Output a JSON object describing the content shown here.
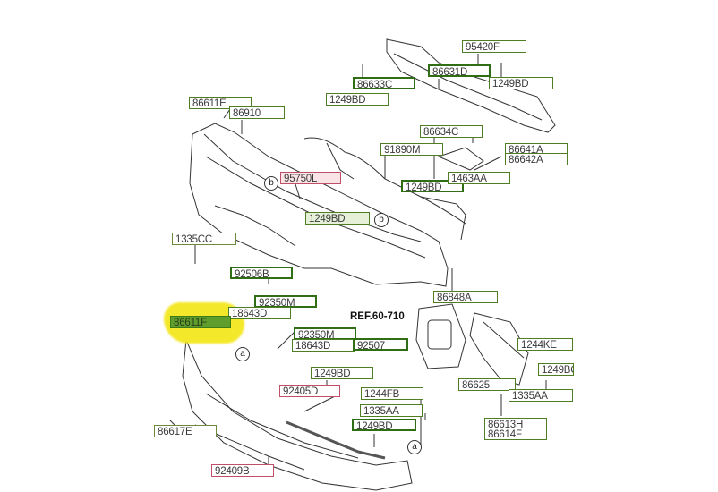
{
  "diagram": {
    "reference": "REF.60-710",
    "callouts": [
      {
        "id": "95420F",
        "text": "95420F",
        "style": "green"
      },
      {
        "id": "86631D",
        "text": "86631D",
        "style": "green-bold"
      },
      {
        "id": "86633C",
        "text": "86633C",
        "style": "green-bold"
      },
      {
        "id": "1249BD_top_left",
        "text": "1249BD",
        "style": "green"
      },
      {
        "id": "1249BD_top_right",
        "text": "1249BD",
        "style": "green"
      },
      {
        "id": "86611E",
        "text": "86611E",
        "style": "green"
      },
      {
        "id": "86910",
        "text": "86910",
        "style": "green"
      },
      {
        "id": "86634C",
        "text": "86634C",
        "style": "green"
      },
      {
        "id": "91890M",
        "text": "91890M",
        "style": "green"
      },
      {
        "id": "86641A",
        "text": "86641A",
        "style": "green"
      },
      {
        "id": "86642A",
        "text": "86642A",
        "style": "green"
      },
      {
        "id": "95750L",
        "text": "95750L",
        "style": "red-pale"
      },
      {
        "id": "1249BD_mid",
        "text": "1249BD",
        "style": "green-bold"
      },
      {
        "id": "1463AA",
        "text": "1463AA",
        "style": "green"
      },
      {
        "id": "1249BD_center",
        "text": "1249BD",
        "style": "green-pale"
      },
      {
        "id": "1335CC",
        "text": "1335CC",
        "style": "olive"
      },
      {
        "id": "92506B",
        "text": "92506B",
        "style": "green-bold"
      },
      {
        "id": "86848A",
        "text": "86848A",
        "style": "green"
      },
      {
        "id": "92350M_a",
        "text": "92350M",
        "style": "green-bold"
      },
      {
        "id": "18643D_a",
        "text": "18643D",
        "style": "green"
      },
      {
        "id": "86611F",
        "text": "86611F",
        "style": "highlight"
      },
      {
        "id": "92350M_b",
        "text": "92350M",
        "style": "green-bold"
      },
      {
        "id": "18643D_b",
        "text": "18643D",
        "style": "green"
      },
      {
        "id": "92507",
        "text": "92507",
        "style": "green-bold"
      },
      {
        "id": "1244KE",
        "text": "1244KE",
        "style": "green"
      },
      {
        "id": "1249BC",
        "text": "1249BC",
        "style": "green"
      },
      {
        "id": "86625",
        "text": "86625",
        "style": "green"
      },
      {
        "id": "1335AA_right",
        "text": "1335AA",
        "style": "green"
      },
      {
        "id": "86613H",
        "text": "86613H",
        "style": "green"
      },
      {
        "id": "86614F",
        "text": "86614F",
        "style": "green"
      },
      {
        "id": "1249BD_lower",
        "text": "1249BD",
        "style": "green"
      },
      {
        "id": "92405D",
        "text": "92405D",
        "style": "red"
      },
      {
        "id": "1244FB",
        "text": "1244FB",
        "style": "green"
      },
      {
        "id": "1335AA_lower",
        "text": "1335AA",
        "style": "green"
      },
      {
        "id": "1249BD_bottom",
        "text": "1249BD",
        "style": "green-bold"
      },
      {
        "id": "86617E",
        "text": "86617E",
        "style": "olive"
      },
      {
        "id": "92409B",
        "text": "92409B",
        "style": "red"
      }
    ],
    "markers": {
      "a": "a",
      "b": "b"
    },
    "highlighted_part": "86611F",
    "colors": {
      "label_green": "#4f7d22",
      "label_red": "#c0506a",
      "highlight_yellow": "#f4e82a",
      "highlight_fill": "#5f9e2d"
    }
  }
}
